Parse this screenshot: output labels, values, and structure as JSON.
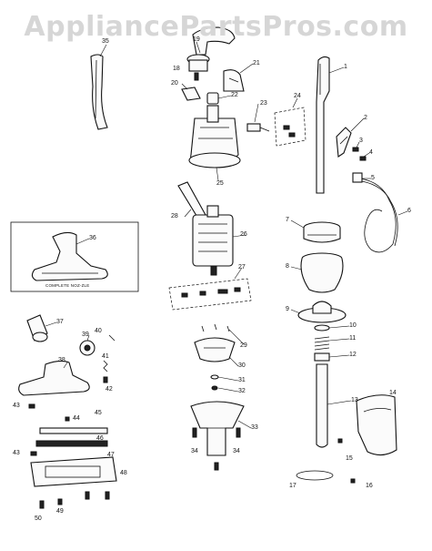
{
  "watermark": "AppliancePartsPros.com",
  "inset_caption": "COMPLETE NOZ-ZLE",
  "labels": {
    "l1": "1",
    "l2": "2",
    "l3": "3",
    "l4": "4",
    "l5": "5",
    "l6": "6",
    "l7": "7",
    "l8": "8",
    "l9": "9",
    "l10": "10",
    "l11": "11",
    "l12": "12",
    "l13": "13",
    "l14": "14",
    "l15": "15",
    "l16": "16",
    "l17": "17",
    "l18": "18",
    "l19": "19",
    "l20": "20",
    "l21": "21",
    "l22": "22",
    "l23": "23",
    "l24": "24",
    "l25": "25",
    "l26": "26",
    "l27": "27",
    "l28": "28",
    "l29": "29",
    "l30": "30",
    "l31": "31",
    "l32": "32",
    "l33": "33",
    "l34a": "34",
    "l34b": "34",
    "l35": "35",
    "l36": "36",
    "l37": "37",
    "l38": "38",
    "l39": "39",
    "l40": "40",
    "l41": "41",
    "l42": "42",
    "l43a": "43",
    "l43b": "43",
    "l44": "44",
    "l45": "45",
    "l46": "46",
    "l47": "47",
    "l48": "48",
    "l49": "49",
    "l50": "50"
  }
}
